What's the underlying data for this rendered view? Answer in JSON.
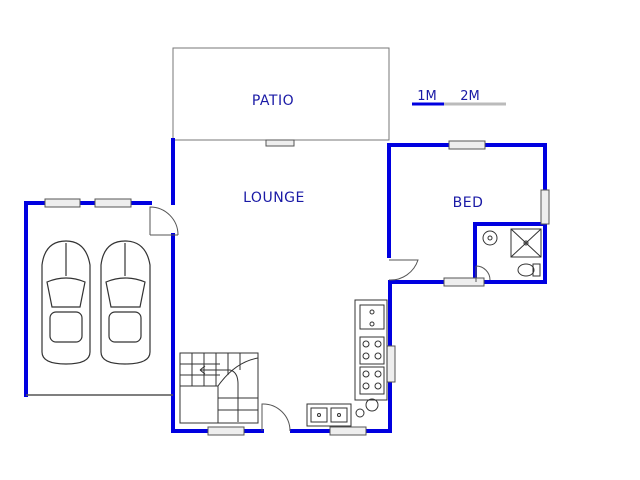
{
  "rooms": {
    "patio": "PATIO",
    "lounge": "LOUNGE",
    "bed": "BED"
  },
  "scale": {
    "label_1": "1M",
    "label_2": "2M"
  },
  "colors": {
    "wall": "#0000e0",
    "line": "#555555",
    "label": "#1a1aa6",
    "window": "#eeeeee",
    "scale_bar": "#bbbbbb"
  }
}
